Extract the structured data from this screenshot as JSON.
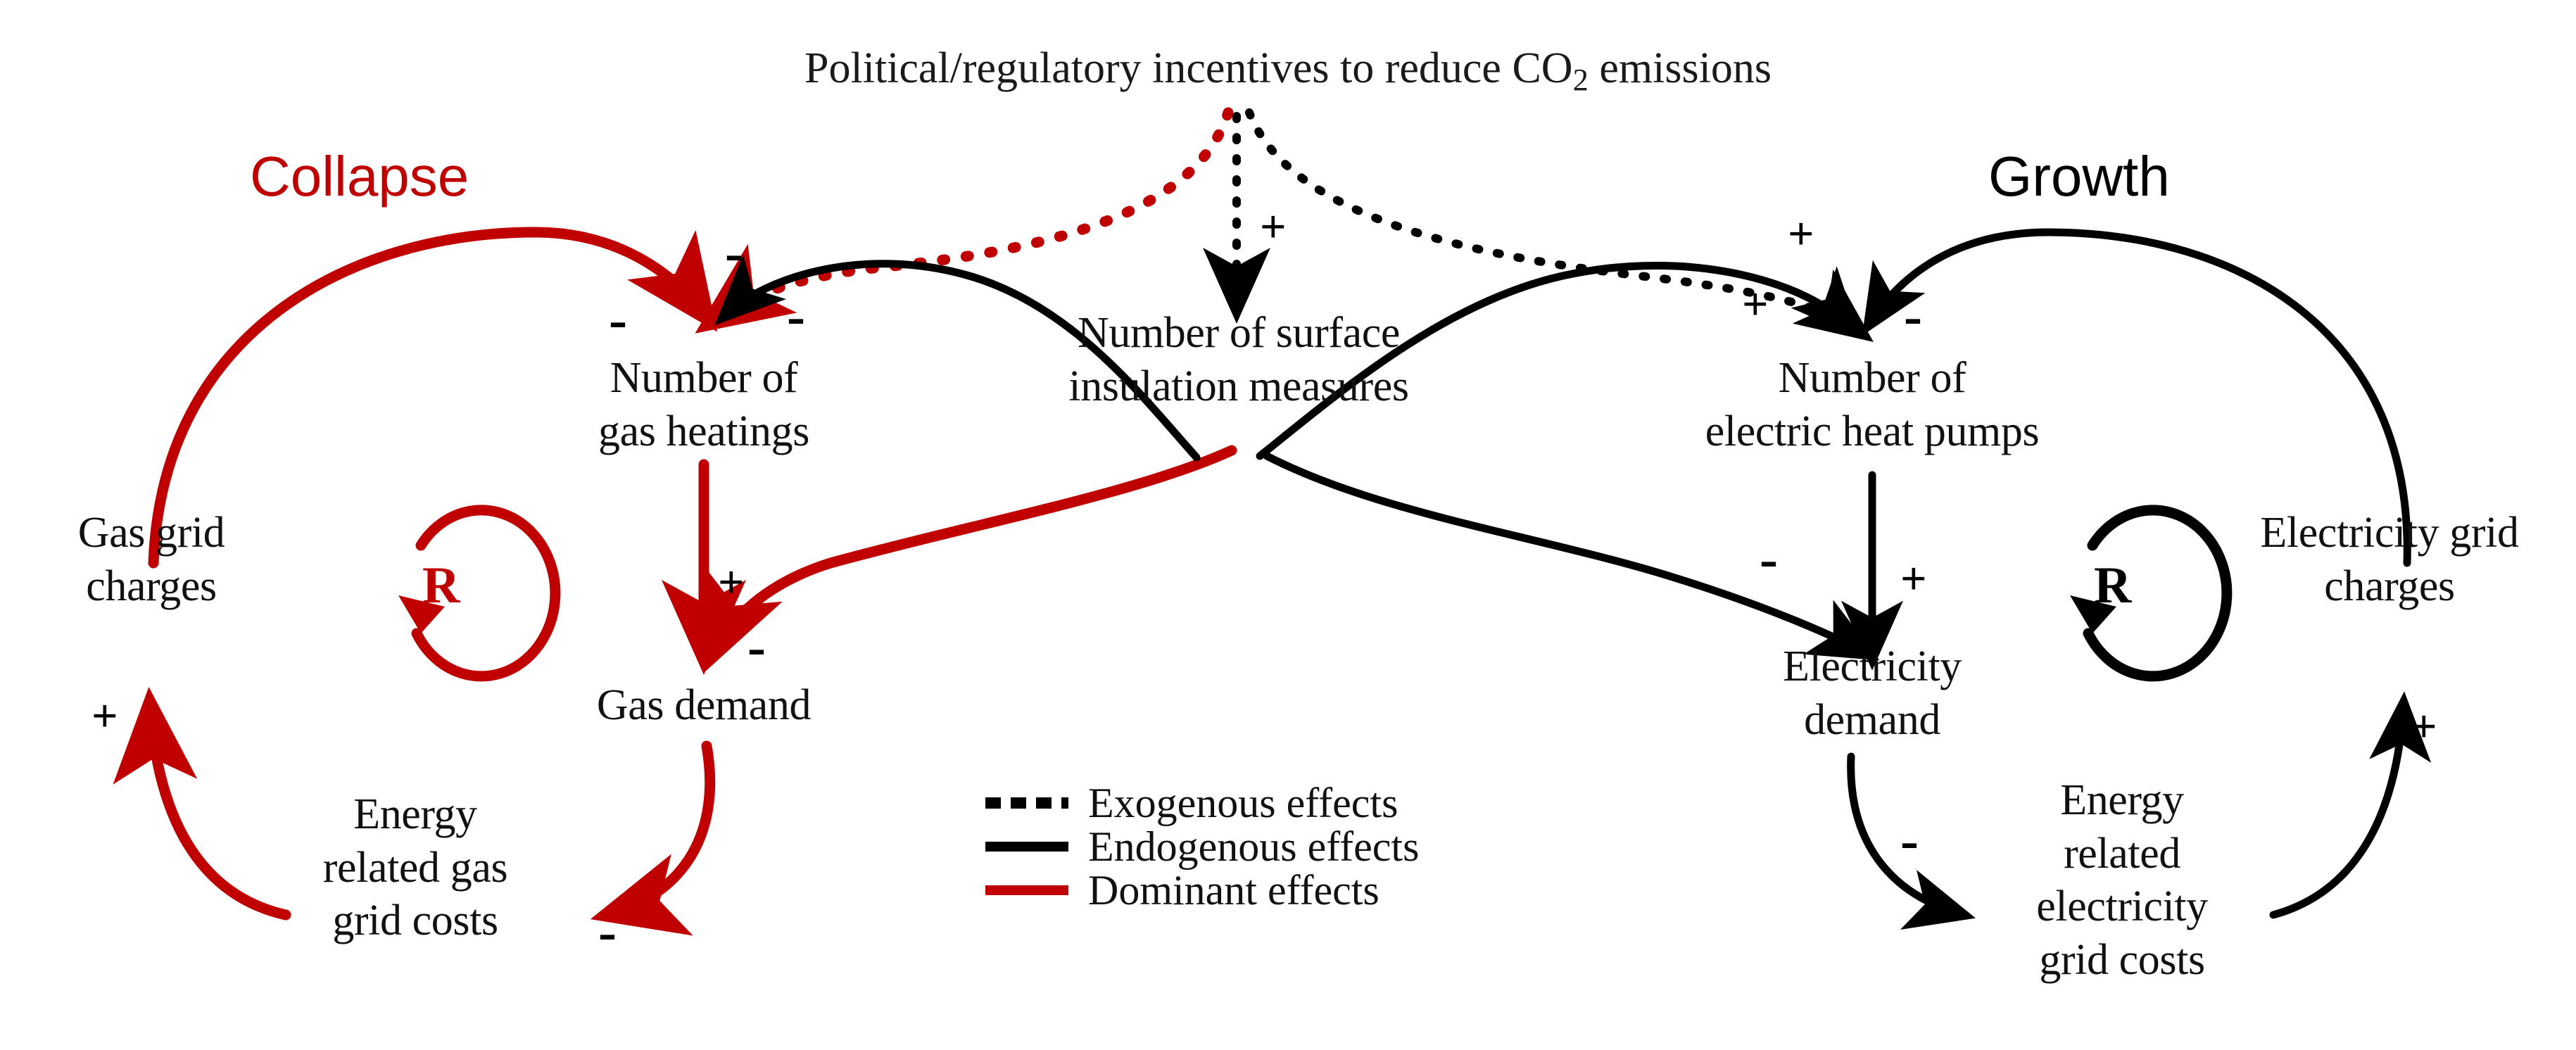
{
  "diagram": {
    "title_prefix": "Political/regulatory incentives to reduce CO",
    "title_sub": "2",
    "title_suffix": " emissions",
    "accent_red": "#C00000",
    "ink_black": "#000000"
  },
  "loops": [
    {
      "name": "collapse",
      "label": "Collapse",
      "color": "#C00000",
      "marker": "R"
    },
    {
      "name": "growth",
      "label": "Growth",
      "color": "#000000",
      "marker": "R"
    }
  ],
  "nodes": {
    "gas_heatings": "Number of\ngas heatings",
    "insulation": "Number of surface\ninsulation measures",
    "heat_pumps": "Number of\nelectric heat pumps",
    "gas_grid_charges": "Gas grid\ncharges",
    "electricity_grid_charges": "Electricity grid\ncharges",
    "gas_demand": "Gas demand",
    "electricity_demand": "Electricity\ndemand",
    "gas_grid_costs": "Energy\nrelated gas\ngrid costs",
    "electricity_grid_costs": "Energy\nrelated\nelectricity\ngrid costs"
  },
  "signs": [
    {
      "id": "s-title-to-gasheat",
      "text": "-"
    },
    {
      "id": "s-gascharges-to-gasheat",
      "text": "-"
    },
    {
      "id": "s-insul-to-gasheat",
      "text": "-"
    },
    {
      "id": "s-title-to-insul",
      "text": "+"
    },
    {
      "id": "s-title-to-pumps",
      "text": "+"
    },
    {
      "id": "s-insul-to-pumps",
      "text": "+"
    },
    {
      "id": "s-elcharges-to-pumps",
      "text": "-"
    },
    {
      "id": "s-gasheat-to-gasdemand",
      "text": "+"
    },
    {
      "id": "s-insul-to-gasdemand",
      "text": "-"
    },
    {
      "id": "s-insul-to-eldemand",
      "text": "-"
    },
    {
      "id": "s-pumps-to-eldemand",
      "text": "+"
    },
    {
      "id": "s-gascosts-to-gascharges",
      "text": "+"
    },
    {
      "id": "s-gasdemand-to-gascosts",
      "text": "-"
    },
    {
      "id": "s-eldemand-to-elcosts",
      "text": "-"
    },
    {
      "id": "s-elcosts-to-elcharges",
      "text": "+"
    }
  ],
  "legend": {
    "items": [
      {
        "style": "dotted",
        "label": "Exogenous effects"
      },
      {
        "style": "solid-black",
        "label": "Endogenous effects"
      },
      {
        "style": "solid-red",
        "label": "Dominant effects"
      }
    ]
  }
}
